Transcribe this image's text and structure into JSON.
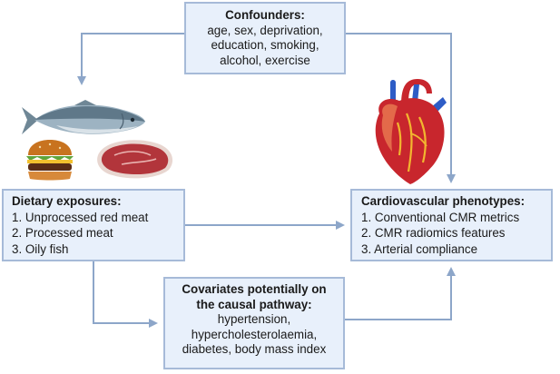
{
  "confounders": {
    "title": "Confounders:",
    "lines": [
      "age, sex, deprivation,",
      "education, smoking,",
      "alcohol, exercise"
    ]
  },
  "dietary": {
    "title": "Dietary exposures:",
    "items": [
      "1. Unprocessed red meat",
      "2. Processed meat",
      "3. Oily fish"
    ]
  },
  "cardio": {
    "title": "Cardiovascular phenotypes:",
    "items": [
      "1. Conventional CMR metrics",
      "2. CMR radiomics features",
      "3. Arterial compliance"
    ]
  },
  "covariates": {
    "title_lines": [
      "Covariates potentially on",
      "the causal pathway:"
    ],
    "lines": [
      "hypertension,",
      "hypercholesterolaemia,",
      "diabetes, body mass index"
    ]
  },
  "colors": {
    "box_fill": "#e8f0fb",
    "box_border": "#a6bad8",
    "arrow": "#8da6c9"
  },
  "icons": [
    "fish-icon",
    "burger-icon",
    "steak-icon",
    "heart-icon"
  ]
}
